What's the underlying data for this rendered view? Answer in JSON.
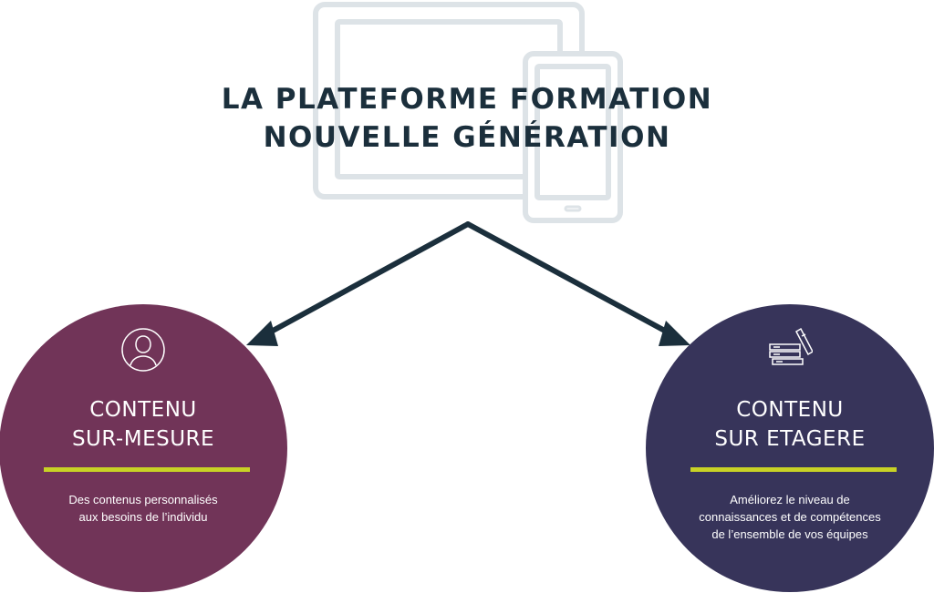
{
  "title": {
    "line1": "LA PLATEFORME FORMATION",
    "line2": "NOUVELLE GÉNÉRATION"
  },
  "colors": {
    "title": "#1b2f3c",
    "arrow": "#1b2f3c",
    "device_outline": "#dde3e7",
    "left_circle": "#713458",
    "right_circle": "#37345a",
    "accent_rule": "#c8d225"
  },
  "left": {
    "icon": "user-profile-icon",
    "heading_line1": "CONTENU",
    "heading_line2": "SUR-MESURE",
    "desc_line1": "Des contenus personnalisés",
    "desc_line2": "aux besoins de l’individu"
  },
  "right": {
    "icon": "books-stack-icon",
    "heading_line1": "CONTENU",
    "heading_line2": "SUR ETAGERE",
    "desc_line1": "Améliorez le niveau de",
    "desc_line2": "connaissances et de compétences",
    "desc_line3": "de l’ensemble de vos équipes"
  }
}
